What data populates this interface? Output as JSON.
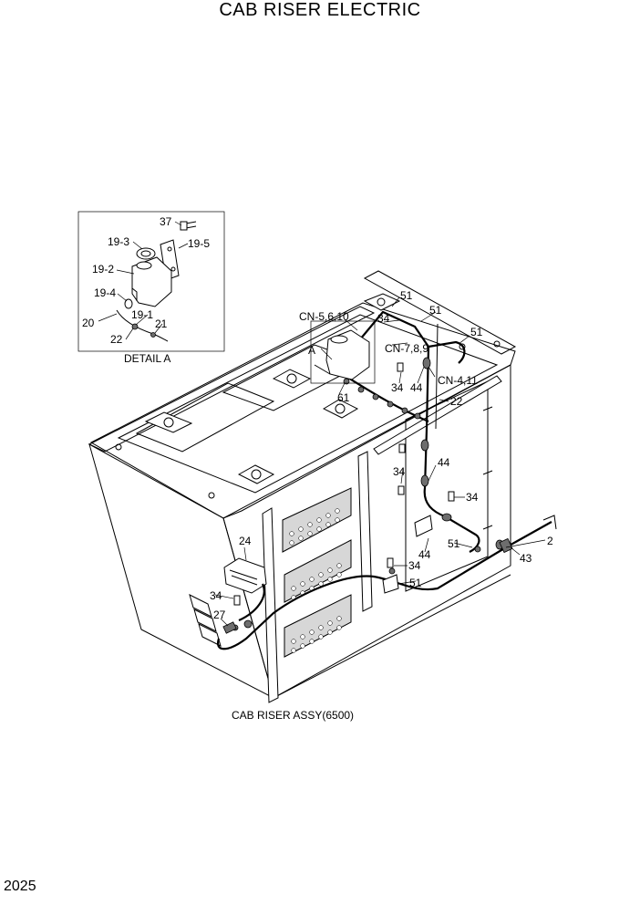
{
  "title": "CAB RISER ELECTRIC",
  "page_number": "2025",
  "detail": {
    "caption": "DETAIL A",
    "labels": [
      "37",
      "19-3",
      "19-5",
      "19-2",
      "19-4",
      "20",
      "19-1",
      "21",
      "22"
    ]
  },
  "assembly_caption": "CAB RISER ASSY(6500)",
  "callouts": {
    "c51a": "51",
    "c51b": "51",
    "c51c": "51",
    "c51d": "51",
    "c51e": "51",
    "cn5": "CN-5,6,10",
    "cn7": "CN-7,8,9",
    "cn4": "CN-4,11",
    "a": "A",
    "c34a": "34",
    "c34b": "34",
    "c34c": "34",
    "c34d": "34",
    "c34e": "34",
    "c34f": "34",
    "c44a": "44",
    "c44b": "44",
    "c44c": "44",
    "c61": "61",
    "c22": "22",
    "c24": "24",
    "c27": "27",
    "c2": "2",
    "c43": "43"
  }
}
